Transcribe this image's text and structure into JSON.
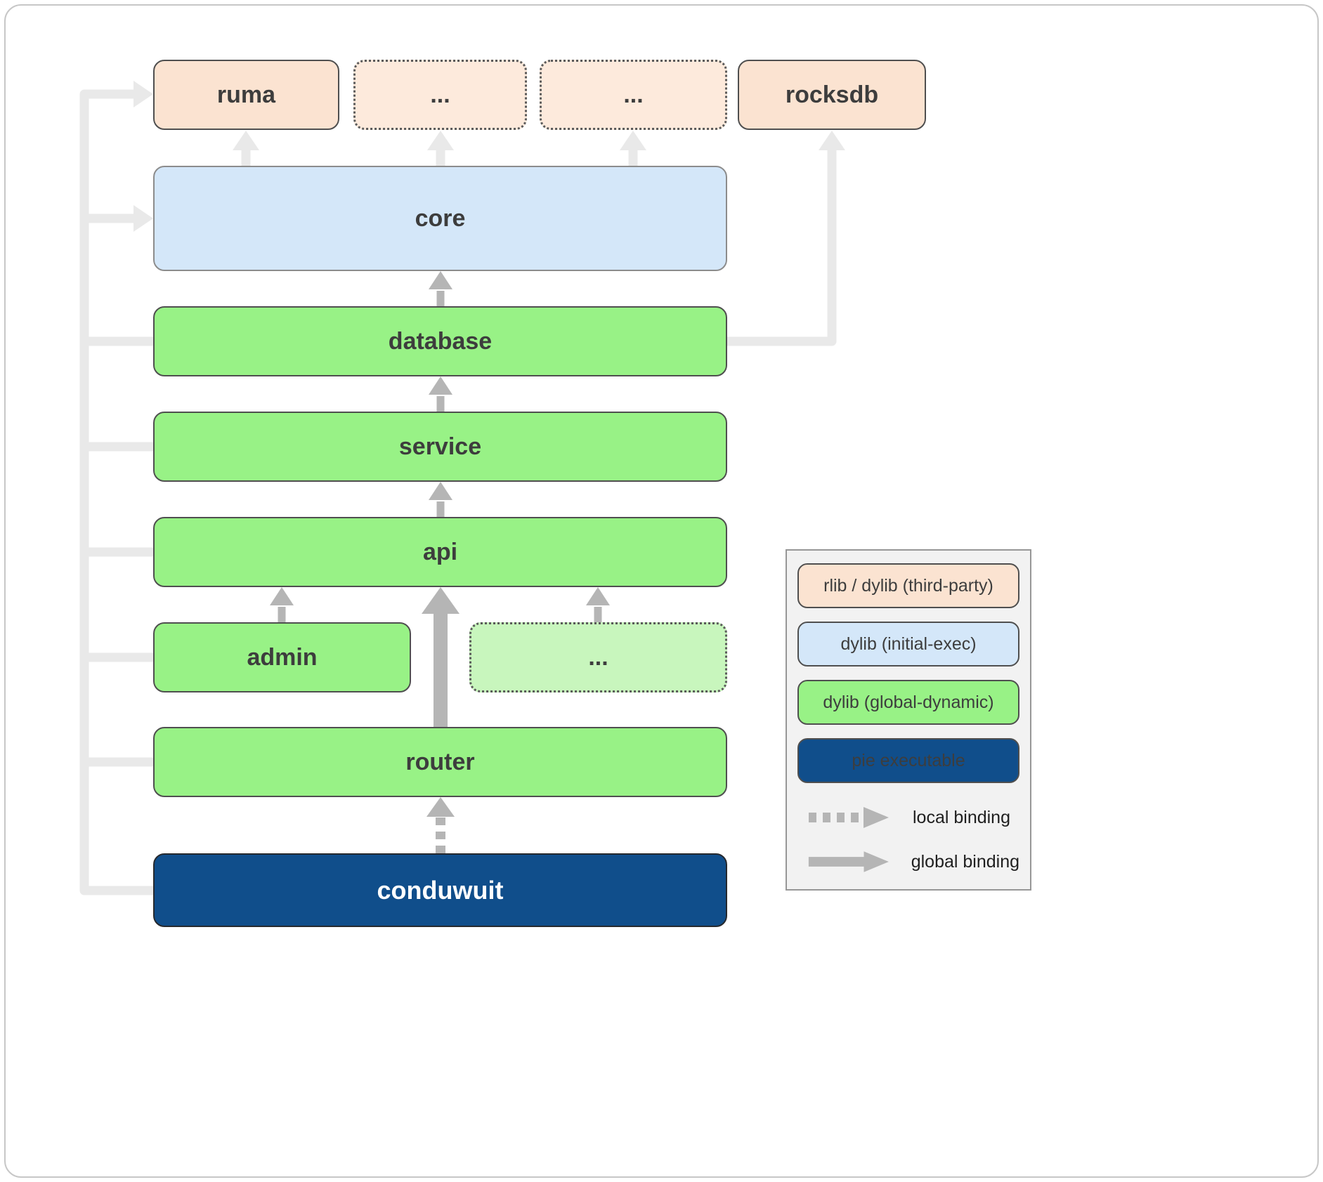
{
  "diagram": {
    "nodes": {
      "ruma": {
        "label": "ruma"
      },
      "dep1": {
        "label": "..."
      },
      "dep2": {
        "label": "..."
      },
      "rocksdb": {
        "label": "rocksdb"
      },
      "core": {
        "label": "core"
      },
      "database": {
        "label": "database"
      },
      "service": {
        "label": "service"
      },
      "api": {
        "label": "api"
      },
      "admin": {
        "label": "admin"
      },
      "more": {
        "label": "..."
      },
      "router": {
        "label": "router"
      },
      "conduwuit": {
        "label": "conduwuit"
      }
    },
    "edges": [
      {
        "from": "conduwuit",
        "to": "router",
        "binding": "local"
      },
      {
        "from": "router",
        "to": "api",
        "binding": "global"
      },
      {
        "from": "admin",
        "to": "api",
        "binding": "global"
      },
      {
        "from": "more",
        "to": "api",
        "binding": "global"
      },
      {
        "from": "api",
        "to": "service",
        "binding": "global"
      },
      {
        "from": "service",
        "to": "database",
        "binding": "global"
      },
      {
        "from": "database",
        "to": "core",
        "binding": "global"
      },
      {
        "from": "database",
        "to": "rocksdb",
        "binding": "global"
      },
      {
        "from": "core",
        "to": "ruma",
        "binding": "global"
      },
      {
        "from": "core",
        "to": "dep1",
        "binding": "global"
      },
      {
        "from": "core",
        "to": "dep2",
        "binding": "global"
      },
      {
        "from": "conduwuit",
        "to": "ruma",
        "binding": "global"
      },
      {
        "from": "conduwuit",
        "to": "core",
        "binding": "global"
      },
      {
        "from": "conduwuit",
        "to": "database",
        "binding": "global"
      },
      {
        "from": "conduwuit",
        "to": "service",
        "binding": "global"
      },
      {
        "from": "conduwuit",
        "to": "api",
        "binding": "global"
      },
      {
        "from": "conduwuit",
        "to": "admin",
        "binding": "global"
      },
      {
        "from": "conduwuit",
        "to": "router",
        "binding": "global"
      }
    ],
    "legend": {
      "items": [
        {
          "label": "rlib / dylib (third-party)",
          "style": "peach"
        },
        {
          "label": "dylib (initial-exec)",
          "style": "blue"
        },
        {
          "label": "dylib (global-dynamic)",
          "style": "green"
        },
        {
          "label": "pie executable",
          "style": "navy"
        }
      ],
      "bindings": [
        {
          "label": "local binding",
          "arrow": "dashed"
        },
        {
          "label": "global binding",
          "arrow": "solid"
        }
      ]
    },
    "colors": {
      "peach": "#fbe3d1",
      "peach-light": "#fdeadc",
      "blue": "#d4e7f9",
      "green": "#98f286",
      "green-light": "#c8f6bd",
      "navy": "#104e8b",
      "arrow-light": "#e9e9e9",
      "arrow-mid": "#b5b5b5",
      "legend-bg": "#f2f2f2"
    }
  }
}
